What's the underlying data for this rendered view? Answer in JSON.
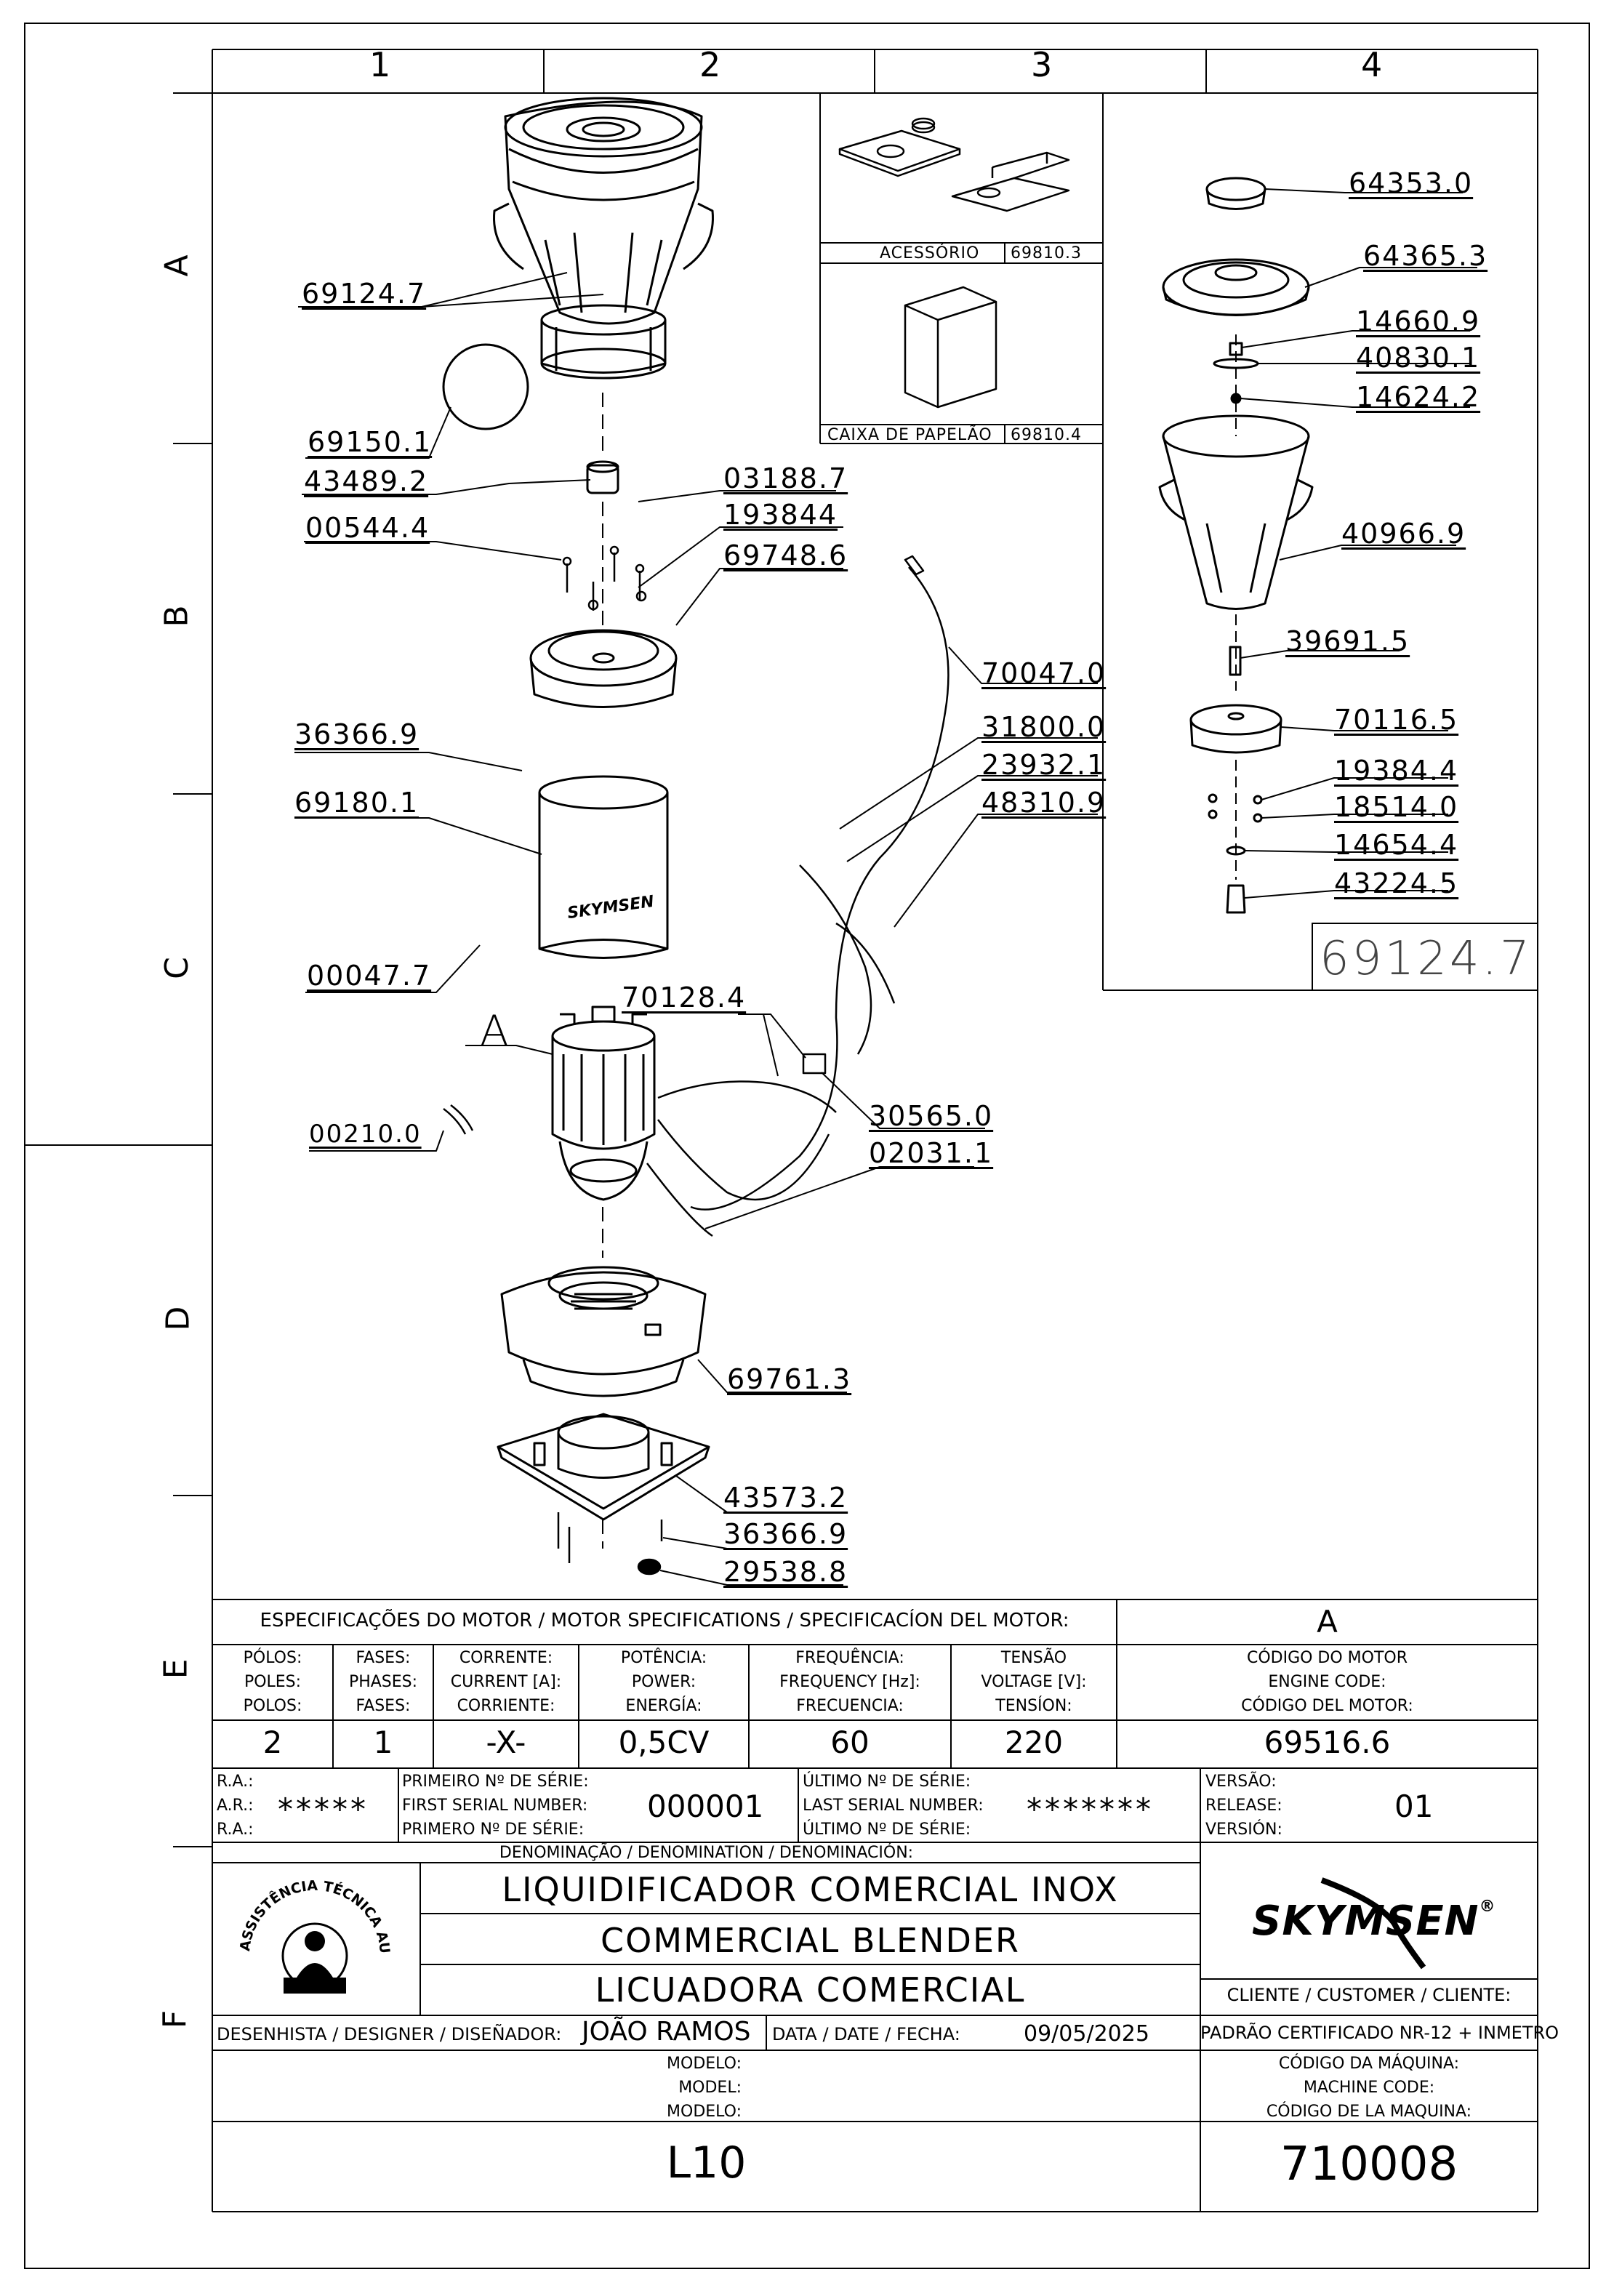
{
  "grid": {
    "columns": [
      "1",
      "2",
      "3",
      "4"
    ],
    "rows": [
      "A",
      "B",
      "C",
      "D",
      "E",
      "F"
    ]
  },
  "drawing": {
    "callout_parts": {
      "jar": "69124.7",
      "seal": "69150.1",
      "coupling": "43489.2",
      "screw_b": "00544.4",
      "nut": "03188.7",
      "washer": "193844",
      "jar_base": "69748.6",
      "cord": "70047.0",
      "cord_fix": "31800.0",
      "terminal": "23932.1",
      "wire": "48310.9",
      "screw_c": "36366.9",
      "housing": "69180.1",
      "screw_d": "00047.7",
      "switch": "70128.4",
      "capacitor": "30565.0",
      "ground": "02031.1",
      "brush": "00210.0",
      "base": "69761.3",
      "bottom_plate": "43573.2",
      "screw_e": "36366.9",
      "foot": "29538.8"
    },
    "detail_marker": "A",
    "logo_on_housing": "SKYMSEN",
    "accessory": {
      "label": "ACESSÓRIO",
      "code": "69810.3"
    },
    "box": {
      "label": "CAIXA DE PAPELÃO",
      "code": "69810.4"
    },
    "right_parts": [
      "64353.0",
      "64365.3",
      "14660.9",
      "40830.1",
      "14624.2",
      "40966.9",
      "39691.5",
      "70116.5",
      "19384.4",
      "18514.0",
      "14654.4",
      "43224.5"
    ],
    "right_assembly_code": "69124.7"
  },
  "specs": {
    "header": "ESPECIFICAÇÕES DO MOTOR / MOTOR SPECIFICATIONS / SPECIFICACÍON DEL MOTOR:",
    "header_right": "A",
    "columns": [
      {
        "l1": "PÓLOS:",
        "l2": "POLES:",
        "l3": "POLOS:",
        "value": "2"
      },
      {
        "l1": "FASES:",
        "l2": "PHASES:",
        "l3": "FASES:",
        "value": "1"
      },
      {
        "l1": "CORRENTE:",
        "l2": "CURRENT [A]:",
        "l3": "CORRIENTE:",
        "value": "-X-"
      },
      {
        "l1": "POTÊNCIA:",
        "l2": "POWER:",
        "l3": "ENERGÍA:",
        "value": "0,5CV"
      },
      {
        "l1": "FREQUÊNCIA:",
        "l2": "FREQUENCY [Hz]:",
        "l3": "FRECUENCIA:",
        "value": "60"
      },
      {
        "l1": "TENSÃO",
        "l2": "VOLTAGE [V]:",
        "l3": "TENSÍON:",
        "value": "220"
      }
    ],
    "motor_code": {
      "l1": "CÓDIGO DO MOTOR",
      "l2": "ENGINE CODE:",
      "l3": "CÓDIGO DEL MOTOR:",
      "value": "69516.6"
    }
  },
  "serials": {
    "ra_labels": [
      "R.A.:",
      "A.R.:",
      "R.A.:"
    ],
    "ra_value": "*****",
    "first_labels": [
      "PRIMEIRO Nº DE SÉRIE:",
      "FIRST SERIAL NUMBER:",
      "PRIMERO Nº DE SÉRIE:"
    ],
    "first_value": "000001",
    "last_labels": [
      "ÚLTIMO Nº DE SÉRIE:",
      "LAST SERIAL NUMBER:",
      "ÚLTIMO Nº DE SÉRIE:"
    ],
    "last_value": "*******",
    "version_labels": [
      "VERSÃO:",
      "RELEASE:",
      "VERSIÓN:"
    ],
    "version_value": "01"
  },
  "denomination": {
    "header": "DENOMINAÇÃO / DENOMINATION / DENOMINACIÓN:",
    "lines": [
      "LIQUIDIFICADOR COMERCIAL INOX",
      "COMMERCIAL BLENDER",
      "LICUADORA COMERCIAL"
    ],
    "seal_text": "ASSISTÊNCIA TÉCNICA AUTORIZADA"
  },
  "brand": {
    "name": "SKYMSEN",
    "mark": "®"
  },
  "client": {
    "label": "CLIENTE / CUSTOMER / CLIENTE:",
    "value": "PADRÃO CERTIFICADO NR-12 + INMETRO"
  },
  "designer": {
    "label": "DESENHISTA / DESIGNER / DISEÑADOR:",
    "value": "JOÃO RAMOS"
  },
  "date": {
    "label": "DATA / DATE / FECHA:",
    "value": "09/05/2025"
  },
  "model": {
    "labels": [
      "MODELO:",
      "MODEL:",
      "MODELO:"
    ],
    "value": "L10"
  },
  "machine_code": {
    "labels": [
      "CÓDIGO DA MÁQUINA:",
      "MACHINE CODE:",
      "CÓDIGO DE LA MAQUINA:"
    ],
    "value": "710008"
  }
}
